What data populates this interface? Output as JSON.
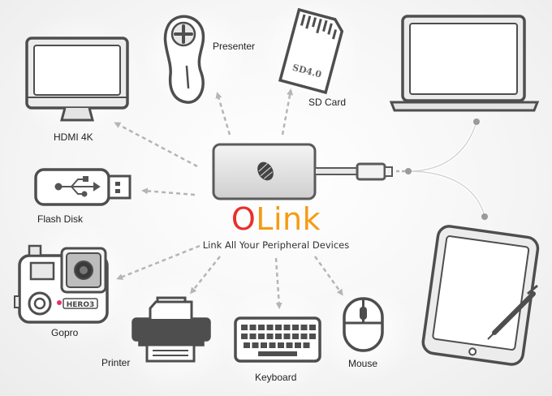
{
  "brand": {
    "first_letter": "O",
    "rest": "Link",
    "tagline": "Link All Your Peripheral Devices"
  },
  "devices": {
    "hdmi": "HDMI 4K",
    "presenter": "Presenter",
    "sd_card": "SD Card",
    "sd_text": "SD4.0",
    "flash_disk": "Flash Disk",
    "gopro": "Gopro",
    "gopro_text": "HERO3",
    "printer": "Printer",
    "keyboard": "Keyboard",
    "mouse": "Mouse"
  },
  "colors": {
    "brand_red": "#e8302c",
    "brand_orange": "#f59b12",
    "line_gray": "#5a5a5a",
    "arrow_gray": "#b5b5b5"
  }
}
